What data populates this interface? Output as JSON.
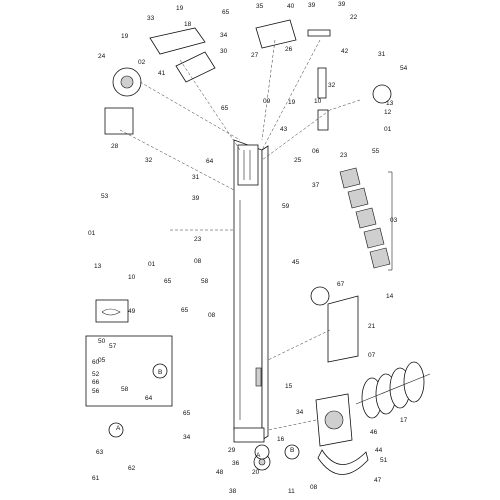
{
  "callouts": [
    "19",
    "65",
    "35",
    "40",
    "39",
    "22",
    "33",
    "18",
    "19",
    "34",
    "24",
    "02",
    "41",
    "30",
    "27",
    "26",
    "42",
    "31",
    "54",
    "39",
    "32",
    "09",
    "19",
    "10",
    "13",
    "12",
    "28",
    "65",
    "43",
    "06",
    "23",
    "55",
    "01",
    "32",
    "64",
    "25",
    "31",
    "37",
    "53",
    "39",
    "59",
    "03",
    "01",
    "23",
    "08",
    "13",
    "01",
    "10",
    "65",
    "45",
    "58",
    "67",
    "14",
    "49",
    "65",
    "08",
    "21",
    "50",
    "57",
    "05",
    "60",
    "52",
    "66",
    "56",
    "58",
    "64",
    "B",
    "07",
    "15",
    "65",
    "34",
    "29",
    "16",
    "A",
    "34",
    "46",
    "B",
    "17",
    "44",
    "63",
    "62",
    "61",
    "A",
    "48",
    "36",
    "20",
    "38",
    "11",
    "08",
    "51",
    "47"
  ],
  "part_45_label": "45"
}
